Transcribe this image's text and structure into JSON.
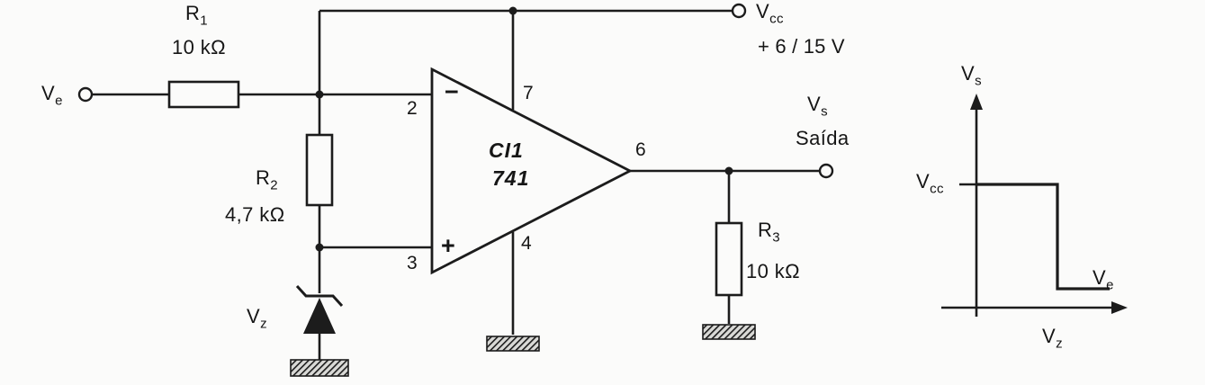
{
  "figure": {
    "ink": "#1c1c1c",
    "background": "#fbfbfa"
  },
  "input": {
    "base": "V",
    "sub": "e"
  },
  "r1": {
    "base": "R",
    "sub": "1",
    "value": "10 kΩ"
  },
  "r2": {
    "base": "R",
    "sub": "2",
    "value": "4,7 kΩ"
  },
  "r3": {
    "base": "R",
    "sub": "3",
    "value": "10 kΩ"
  },
  "zener": {
    "base": "V",
    "sub": "z"
  },
  "opamp": {
    "designator": "CI1",
    "part": "741",
    "minus": "−",
    "plus": "+",
    "pin_inverting": "2",
    "pin_noninverting": "3",
    "pin_output": "6",
    "pin_vplus": "7",
    "pin_vminus": "4"
  },
  "supply": {
    "base": "V",
    "sub": "cc",
    "value": "+ 6 / 15 V"
  },
  "output": {
    "base": "V",
    "sub": "s",
    "caption": "Saída"
  },
  "graph": {
    "y_label": {
      "base": "V",
      "sub": "s"
    },
    "x_label": {
      "base": "V",
      "sub": "e"
    },
    "level": {
      "base": "V",
      "sub": "cc"
    },
    "threshold": {
      "base": "V",
      "sub": "z"
    }
  }
}
